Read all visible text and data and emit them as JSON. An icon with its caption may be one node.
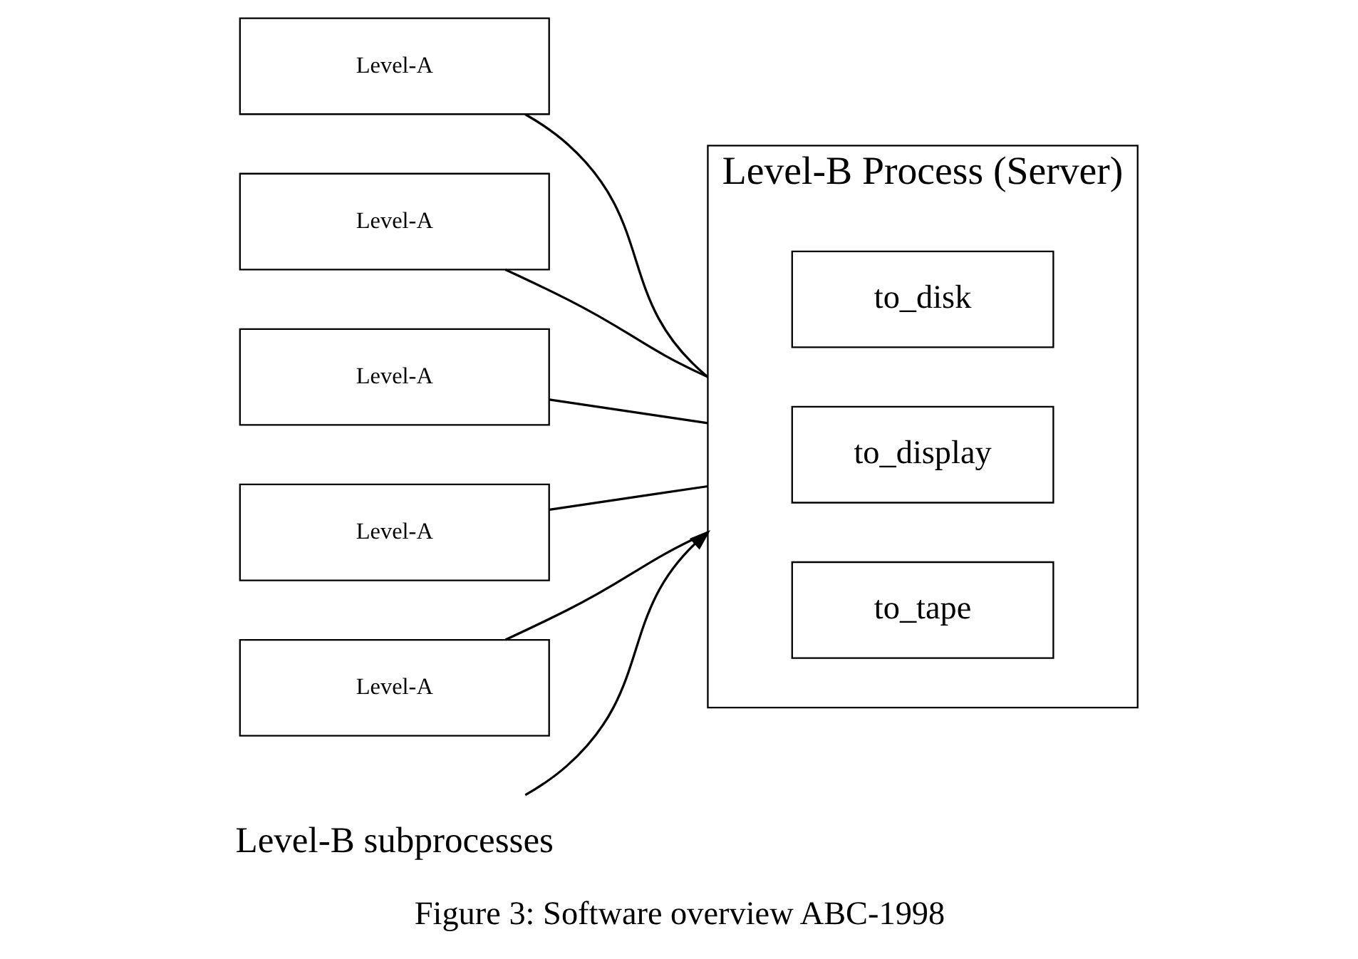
{
  "diagram": {
    "caption": "Figure 3: Software overview ABC-1998",
    "nodes": [
      {
        "text": [
          "Level-A"
        ]
      },
      {
        "text": [
          "Level-A"
        ]
      },
      {
        "text": [
          "Level-A"
        ]
      },
      {
        "text": [
          "Level-A"
        ]
      },
      {
        "text": [
          "Level-A"
        ]
      },
      {
        "text": [
          "Level-B Process (Server)"
        ]
      },
      {
        "text": [
          "to_tape"
        ],
        "in": 5
      },
      {
        "text": [
          "to_display"
        ],
        "in": 5
      },
      {
        "text": [
          "to_disk"
        ],
        "in": 5
      },
      {
        "text": [
          "Level-B subprocesses"
        ]
      }
    ],
    "edges": [
      {
        "from": 0,
        "to": 5,
        "arrow": "none"
      },
      {
        "from": 1,
        "to": 5,
        "arrow": "none"
      },
      {
        "from": 2,
        "to": 5,
        "arrow": "none"
      },
      {
        "from": 3,
        "to": 5,
        "arrow": "none"
      },
      {
        "from": 4,
        "to": 5,
        "arrow": "none"
      },
      {
        "from": 9,
        "to": 5,
        "arrow": "to"
      }
    ]
  }
}
